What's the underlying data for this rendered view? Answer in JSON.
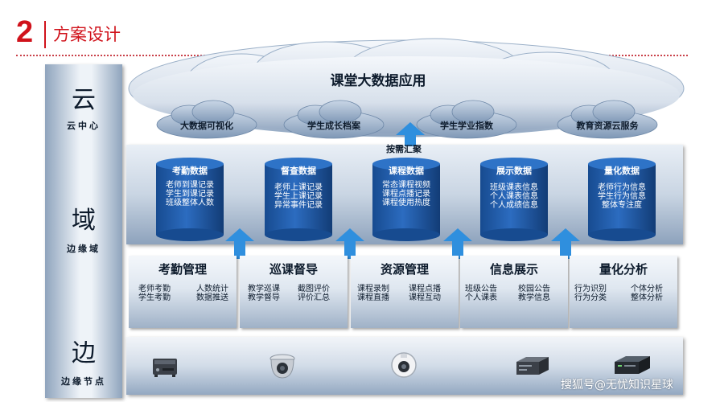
{
  "header": {
    "number": "2",
    "title": "方案设计"
  },
  "tiers": [
    {
      "char": "云",
      "label": "云中心"
    },
    {
      "char": "域",
      "label": "边缘域"
    },
    {
      "char": "边",
      "label": "边缘节点"
    }
  ],
  "cloud": {
    "title": "课堂大数据应用",
    "services": [
      "大数据可视化",
      "学生成长档案",
      "学生学业指数",
      "教育资源云服务"
    ]
  },
  "edge": {
    "demand_label": "按需汇聚",
    "databases": [
      {
        "title": "考勤数据",
        "lines": [
          "老师到课记录",
          "学生到课记录",
          "班级整体人数"
        ]
      },
      {
        "title": "督查数据",
        "lines": [
          "老师上课记录",
          "学生上课记录",
          "异常事件记录"
        ]
      },
      {
        "title": "课程数据",
        "lines": [
          "常态课程视频",
          "课程点播记录",
          "课程使用热度"
        ]
      },
      {
        "title": "展示数据",
        "lines": [
          "班级课表信息",
          "个人课表信息",
          "个人成绩信息"
        ]
      },
      {
        "title": "量化数据",
        "lines": [
          "老师行为信息",
          "学生行为信息",
          "整体专注度"
        ]
      }
    ]
  },
  "modules": [
    {
      "title": "考勤管理",
      "left": [
        "老师考勤",
        "学生考勤"
      ],
      "right": [
        "人数统计",
        "数据推送"
      ]
    },
    {
      "title": "巡课督导",
      "left": [
        "教学巡课",
        "教学督导"
      ],
      "right": [
        "截图评价",
        "评价汇总"
      ]
    },
    {
      "title": "资源管理",
      "left": [
        "课程录制",
        "课程直播"
      ],
      "right": [
        "课程点播",
        "课程互动"
      ]
    },
    {
      "title": "信息展示",
      "left": [
        "班级公告",
        "个人课表"
      ],
      "right": [
        "校园公告",
        "教学信息"
      ]
    },
    {
      "title": "量化分析",
      "left": [
        "行为识别",
        "行为分类"
      ],
      "right": [
        "个体分析",
        "整体分析"
      ]
    }
  ],
  "nodes": {
    "devices": [
      "recorder-icon",
      "dome-camera-icon",
      "ptz-camera-icon",
      "server-icon",
      "nvr-icon"
    ]
  },
  "watermark": "搜狐号@无忧知识星球",
  "colors": {
    "accent": "#d0121b",
    "cylinder": "#1f5aa6",
    "arrow": "#2f8fde"
  }
}
